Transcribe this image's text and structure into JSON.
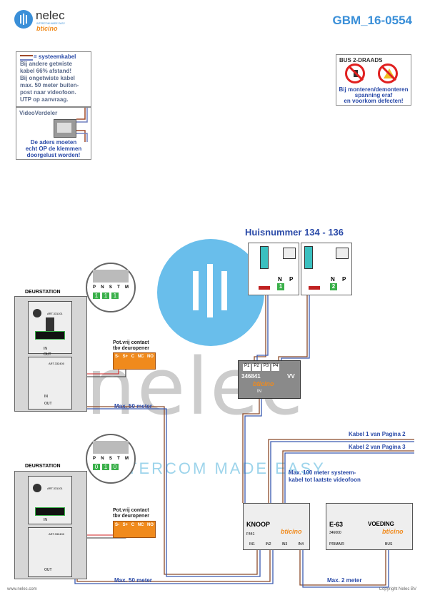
{
  "header": {
    "brand": "nelec",
    "brand_sub": "INTERCOM MADE EASY",
    "partner": "bticino",
    "doc_code": "GBM_16-0554"
  },
  "legend_note": {
    "title": "= systeemkabel",
    "lines": [
      "Bij andere getwiste",
      "kabel 66% afstand!",
      "Bij ongetwiste kabel",
      "max. 50 meter buiten-",
      "post naar videofoon.",
      "UTP op aanvraag."
    ]
  },
  "videoverdeler_note": {
    "title": "VideoVerdeler",
    "lines": [
      "De aders moeten",
      "echt OP de klemmen",
      "doorgelust worden!"
    ]
  },
  "bus_note": {
    "title": "BUS 2-DRAADS",
    "lines": [
      "Bij monteren/demonteren",
      "spanning eraf",
      "en voorkom defecten!"
    ]
  },
  "diagram": {
    "title": "Huisnummer 134 - 136",
    "door_station_label": "DEURSTATION",
    "pot_contact_line1": "Pot.vrij contact",
    "pot_contact_line2": "tbv deuropener",
    "relay_terminals": [
      "S-",
      "S+",
      "C",
      "NC",
      "NO"
    ],
    "dip_labels": [
      "P",
      "N",
      "S",
      "T",
      "M"
    ],
    "dip_values_top": [
      "1",
      "1",
      "1"
    ],
    "dip_values_bottom": [
      "0",
      "1",
      "0"
    ],
    "distance_top": "Max. 50 meter",
    "distance_bottom": "Max. 50 meter",
    "distance_power": "Max. 2 meter",
    "cable1": "Kabel 1 van Pagina 2",
    "cable2": "Kabel 2 van Pagina 3",
    "cable_note_line1": "Max. 100 meter systeem-",
    "cable_note_line2": "kabel tot laatste videofoon",
    "vv_code": "346841",
    "vv_suffix": "VV",
    "vv_ports": [
      "P1",
      "P2",
      "P3",
      "P4"
    ],
    "vv_in": "IN",
    "knoop_label": "KNOOP",
    "knoop_code": "F441",
    "knoop_ports": [
      "IN1",
      "IN2",
      "IN3",
      "IN4"
    ],
    "voeding_label": "VOEDING",
    "voeding_code": "E-63",
    "voeding_sub": "346000",
    "monitor_numbers": [
      "1",
      "2"
    ],
    "monitor_labels": [
      "N",
      "P"
    ],
    "module_code": "ART.331101",
    "module_code2": "ART.332400",
    "in_label": "IN",
    "out_label": "OUT",
    "bus_label": "BUS",
    "prime_label": "PRIMAIR"
  },
  "footer": {
    "left": "www.nelec.com",
    "right": "Copyright Nelec BV"
  },
  "colors": {
    "brand_blue": "#2a4aa8",
    "cable_brown": "#8b4a2a",
    "cable_blue": "#3a5ab0",
    "bticino_orange": "#f08a1c",
    "watermark_blue": "#4fb3e8"
  }
}
